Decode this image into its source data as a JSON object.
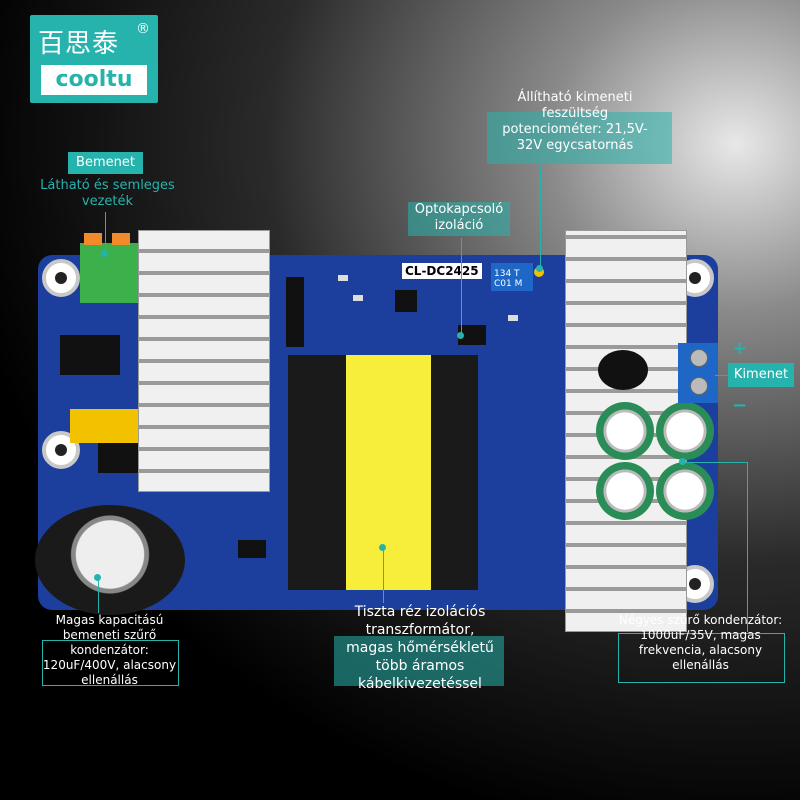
{
  "brand": {
    "chinese_name": "百思泰",
    "registered_mark": "®",
    "latin_name": "cooltu"
  },
  "labels": {
    "input_title": "Bemenet",
    "input_desc": "Látható és semleges vezeték",
    "pot": "Állítható kimeneti feszültség potenciométer: 21,5V-32V egycsatornás",
    "opto": "Optokapcsoló izoláció",
    "output_title": "Kimenet",
    "output_plus": "+",
    "output_minus": "−",
    "input_cap": "Magas kapacitású bemeneti szűrő kondenzátor: 120uF/400V, alacsony ellenállás",
    "transformer": "Tiszta réz izolációs transzformátor, magas hőmérsékletű több áramos kábelkivezetéssel",
    "filter_cap": "Négyes szűrő kondenzátor: 1000uF/35V, magas frekvencia, alacsony ellenállás"
  },
  "board": {
    "model_text": "CL-DC2425",
    "pot_marking": "134 T C01 M"
  },
  "colors": {
    "accent": "#26b3ad",
    "board": "#1c3f9e",
    "transformer_coil": "#f6ee3a"
  }
}
